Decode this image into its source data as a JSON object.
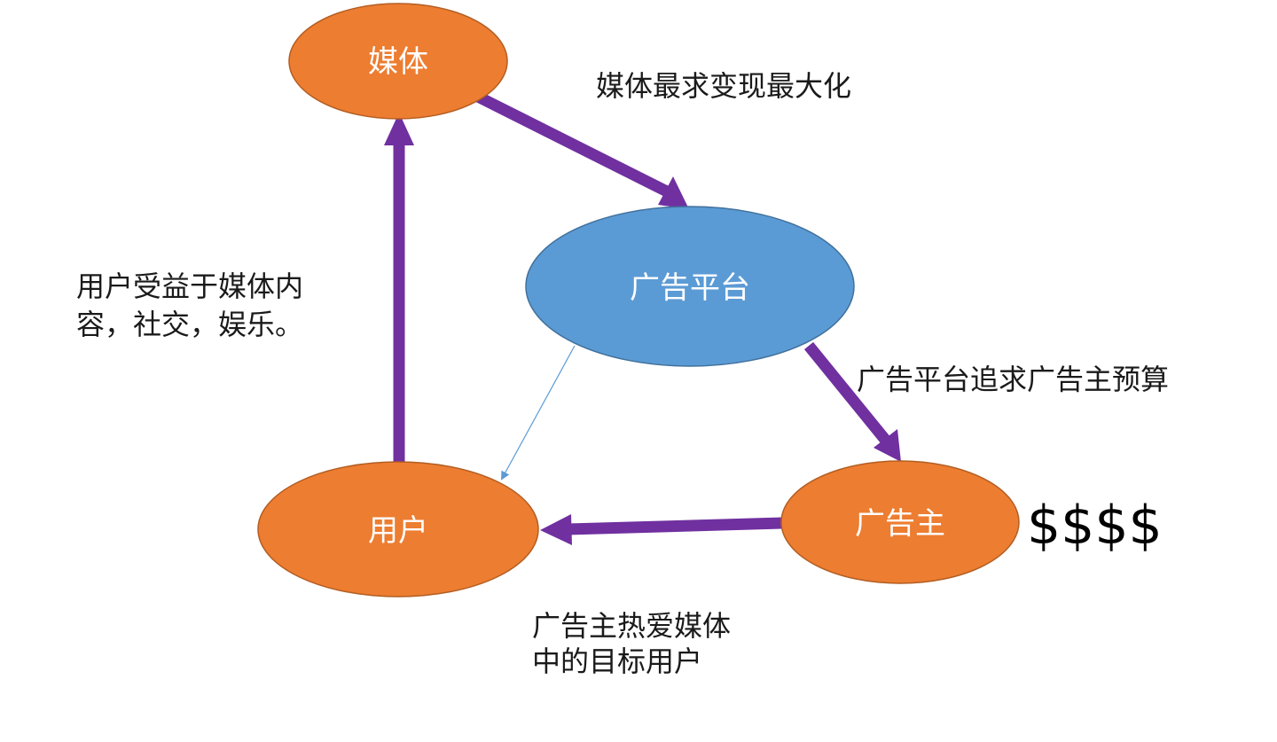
{
  "colors": {
    "node_orange": "#ED7D31",
    "node_orange_border": "#B35E22",
    "node_blue": "#5B9BD5",
    "node_blue_border": "#41719C",
    "arrow_purple": "#7030A0",
    "thin_arrow_blue": "#5B9BD5",
    "text": "#1a1a1a"
  },
  "nodes": {
    "media": "媒体",
    "ad_platform": "广告平台",
    "user": "用户",
    "advertiser": "广告主"
  },
  "captions": {
    "media_goal": "媒体最求变现最大化",
    "user_benefit_line1": "用户受益于媒体内",
    "user_benefit_line2": "容，社交，娱乐。",
    "platform_goal": "广告平台追求广告主预算",
    "advertiser_love_line1": "广告主热爱媒体",
    "advertiser_love_line2": "中的目标用户"
  },
  "money_symbol": "$$$$",
  "arrows": [
    {
      "name": "media-to-platform-arrow",
      "from": "媒体",
      "to": "广告平台",
      "style": "thick"
    },
    {
      "name": "platform-to-advertiser-arrow",
      "from": "广告平台",
      "to": "广告主",
      "style": "thick"
    },
    {
      "name": "advertiser-to-user-arrow",
      "from": "广告主",
      "to": "用户",
      "style": "thick"
    },
    {
      "name": "user-to-media-arrow",
      "from": "用户",
      "to": "媒体",
      "style": "thick"
    },
    {
      "name": "platform-to-user-arrow",
      "from": "广告平台",
      "to": "用户",
      "style": "thin"
    }
  ]
}
